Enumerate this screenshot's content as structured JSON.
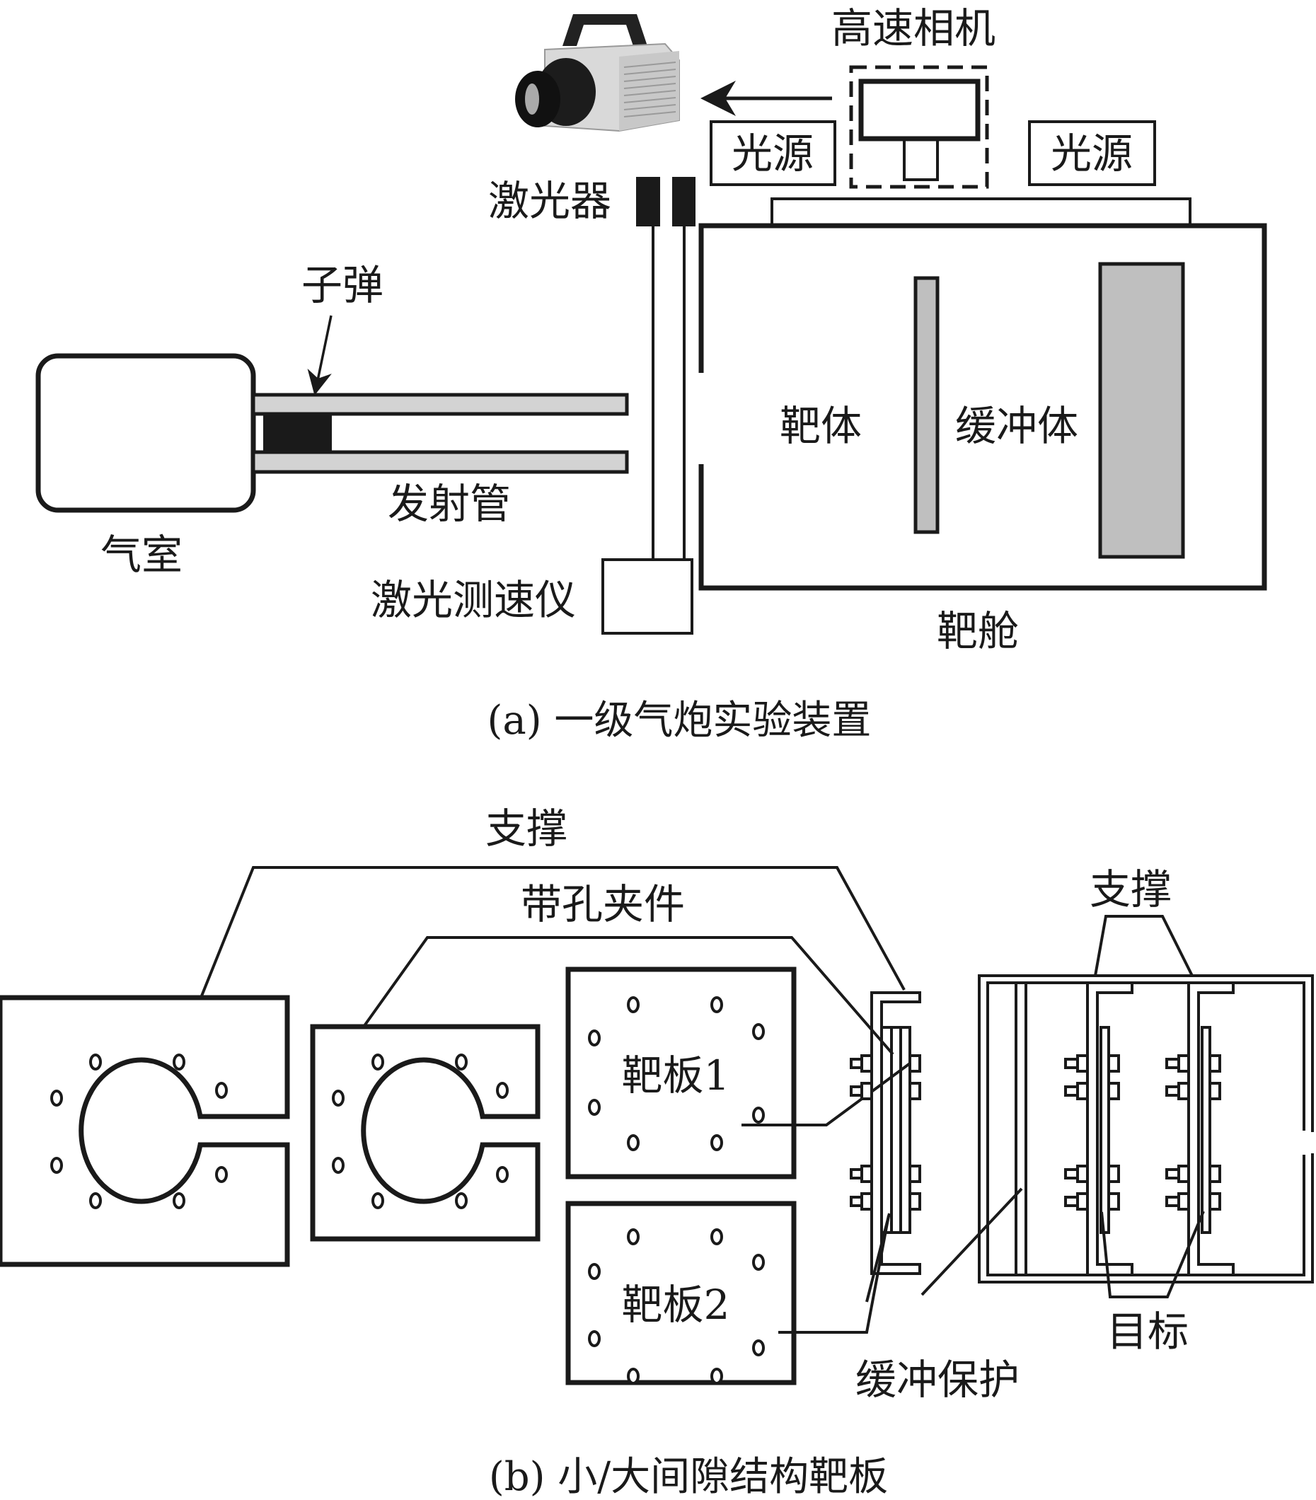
{
  "figure_a": {
    "caption": "(a) 一级气炮实验装置",
    "labels": {
      "high_speed_camera": "高速相机",
      "light_source_left": "光源",
      "light_source_right": "光源",
      "laser": "激光器",
      "bullet": "子弹",
      "gas_chamber": "气室",
      "launch_tube": "发射管",
      "laser_velocimeter": "激光测速仪",
      "target_body": "靶体",
      "buffer_body": "缓冲体",
      "target_chamber": "靶舱"
    }
  },
  "figure_b": {
    "caption": "(b) 小/大间隙结构靶板",
    "labels": {
      "support_top": "支撑",
      "perforated_clamp": "带孔夹件",
      "target_plate_1": "靶板1",
      "target_plate_2": "靶板2",
      "support_right": "支撑",
      "target": "目标",
      "buffer_protection": "缓冲保护"
    }
  },
  "colors": {
    "line": "#1a1a1a",
    "plate_fill": "#bfbfbf",
    "tube_fill": "#d3d3d3"
  }
}
